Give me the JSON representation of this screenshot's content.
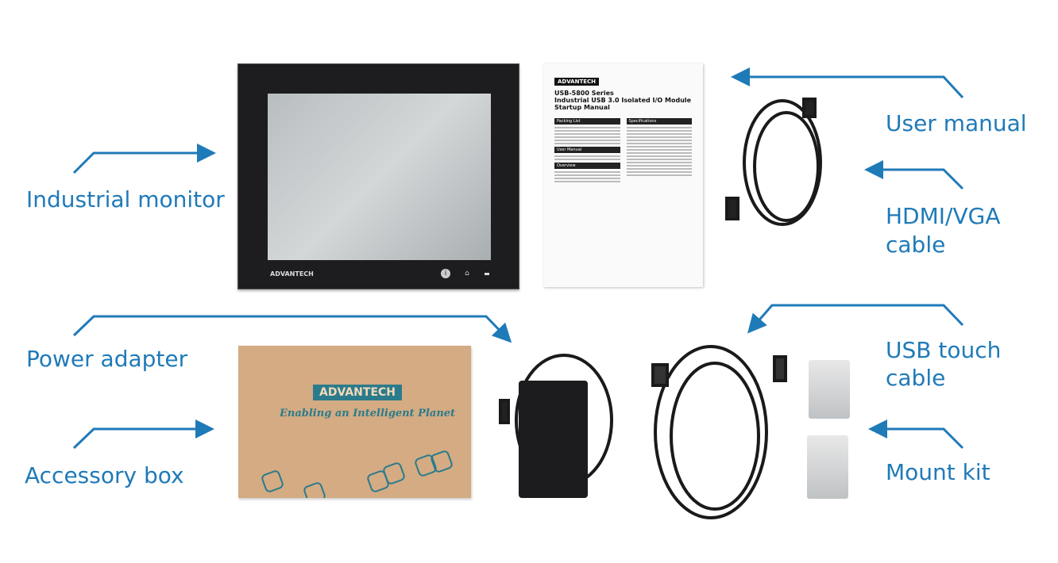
{
  "labels": {
    "monitor": "Industrial monitor",
    "user_manual": "User manual",
    "hdmi_line1": "HDMI/VGA",
    "hdmi_line2": "cable",
    "power_adapter": "Power adapter",
    "accessory_box": "Accessory box",
    "usb_line1": "USB touch",
    "usb_line2": "cable",
    "mount_kit": "Mount kit"
  },
  "monitor": {
    "brand": "ADVANTECH"
  },
  "manual": {
    "brand": "ADVANTECH",
    "series": "USB-5800 Series",
    "title": "Industrial USB 3.0 Isolated I/O Module",
    "subtitle": "Startup Manual",
    "sections_left": [
      "Packing List",
      "User Manual",
      "Overview"
    ],
    "sections_right": [
      "Specifications"
    ]
  },
  "box": {
    "brand": "ADVANTECH",
    "tagline": "Enabling an Intelligent Planet"
  },
  "colors": {
    "accent": "#1f7ab8",
    "box": "#d4ab82",
    "box_print": "#2b7b8c"
  }
}
